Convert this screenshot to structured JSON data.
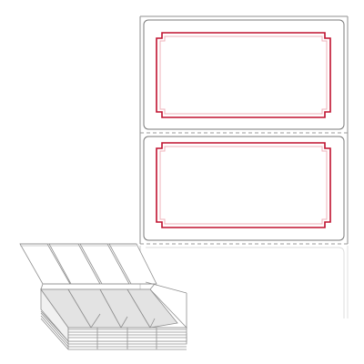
{
  "product": {
    "kind": "fanfold-label-stock",
    "labels_across": 1,
    "fold_stack_columns": 4
  },
  "colors": {
    "border_red": "#c0112f",
    "border_pink": "#efb0b8",
    "outline_gray": "#8f8f8f",
    "stack_fill": "#ffffff",
    "stack_shade": "#e3e3e3"
  },
  "icons": {
    "label_frame": "decorative-frame-icon",
    "fold_stack": "fanfold-stack-icon"
  }
}
